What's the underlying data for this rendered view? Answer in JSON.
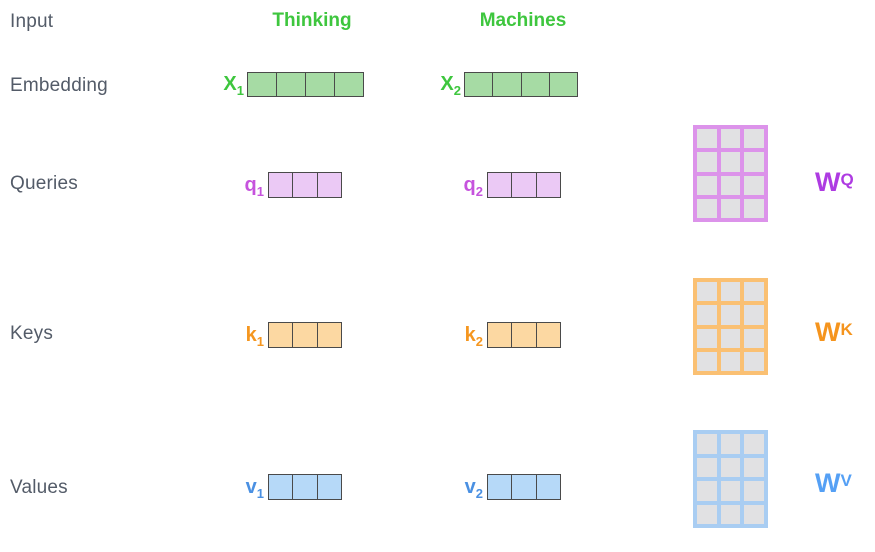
{
  "diagram_title": "self-attention-vectors-diagram",
  "colors": {
    "background": "#ffffff",
    "row_label_text": "#535b68",
    "token_green_text": "#3ec63e",
    "embedding_green_fill": "#a6dba4",
    "vector_border": "#4a4a4a",
    "query_purple_text": "#c653dd",
    "query_purple_fill": "#ebc9f5",
    "wq_matrix_border": "#dc93ea",
    "wq_label": "#ae3be2",
    "key_orange_text": "#f5961f",
    "key_orange_fill": "#fcd8a2",
    "wk_matrix_border": "#fac073",
    "wk_label": "#f5941d",
    "value_blue_text": "#4a90e2",
    "value_blue_fill": "#b6d9f8",
    "wv_matrix_border": "#a9cdf2",
    "wv_label": "#55a0f5",
    "matrix_cell_fill": "#e1e1e3"
  },
  "row_labels": {
    "input": "Input",
    "embedding": "Embedding",
    "queries": "Queries",
    "keys": "Keys",
    "values": "Values"
  },
  "tokens": {
    "token1": "Thinking",
    "token2": "Machines"
  },
  "vectors": {
    "x1": {
      "symbol": "X",
      "sub": "1",
      "cells": 4,
      "type": "embedding"
    },
    "x2": {
      "symbol": "X",
      "sub": "2",
      "cells": 4,
      "type": "embedding"
    },
    "q1": {
      "symbol": "q",
      "sub": "1",
      "cells": 3,
      "type": "query"
    },
    "q2": {
      "symbol": "q",
      "sub": "2",
      "cells": 3,
      "type": "query"
    },
    "k1": {
      "symbol": "k",
      "sub": "1",
      "cells": 3,
      "type": "key"
    },
    "k2": {
      "symbol": "k",
      "sub": "2",
      "cells": 3,
      "type": "key"
    },
    "v1": {
      "symbol": "v",
      "sub": "1",
      "cells": 3,
      "type": "value"
    },
    "v2": {
      "symbol": "v",
      "sub": "2",
      "cells": 3,
      "type": "value"
    }
  },
  "matrices": {
    "wq": {
      "symbol": "W",
      "sup": "Q",
      "rows": 4,
      "cols": 3,
      "cells": 12
    },
    "wk": {
      "symbol": "W",
      "sup": "K",
      "rows": 4,
      "cols": 3,
      "cells": 12
    },
    "wv": {
      "symbol": "W",
      "sup": "V",
      "rows": 4,
      "cols": 3,
      "cells": 12
    }
  }
}
